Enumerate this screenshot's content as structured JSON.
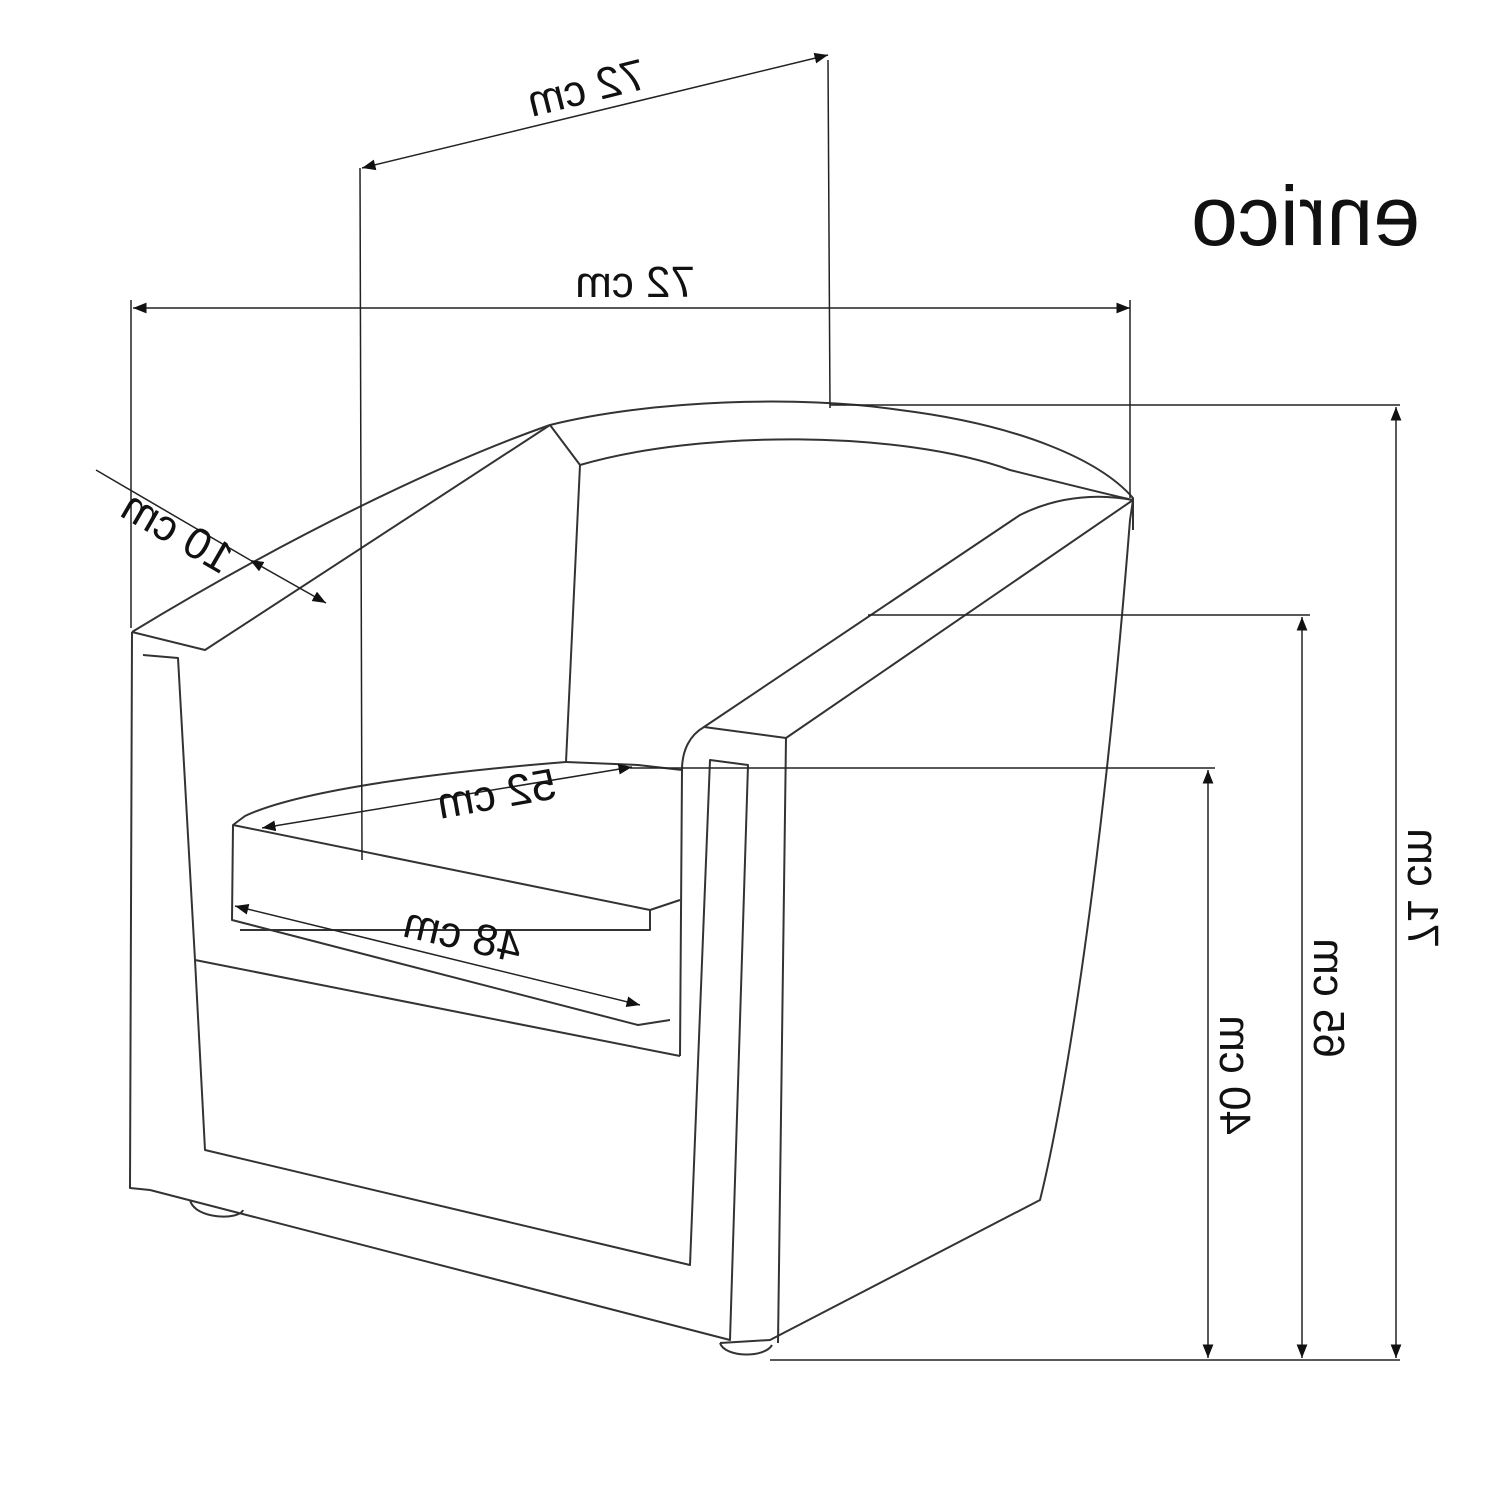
{
  "title": "enrico",
  "dimensions": {
    "depth_top": "72 cm",
    "width": "72 cm",
    "arm_width": "10 cm",
    "seat_depth": "52 cm",
    "seat_width": "48 cm",
    "seat_height": "40 cm",
    "arm_height": "65 cm",
    "total_height": "71 cm"
  }
}
